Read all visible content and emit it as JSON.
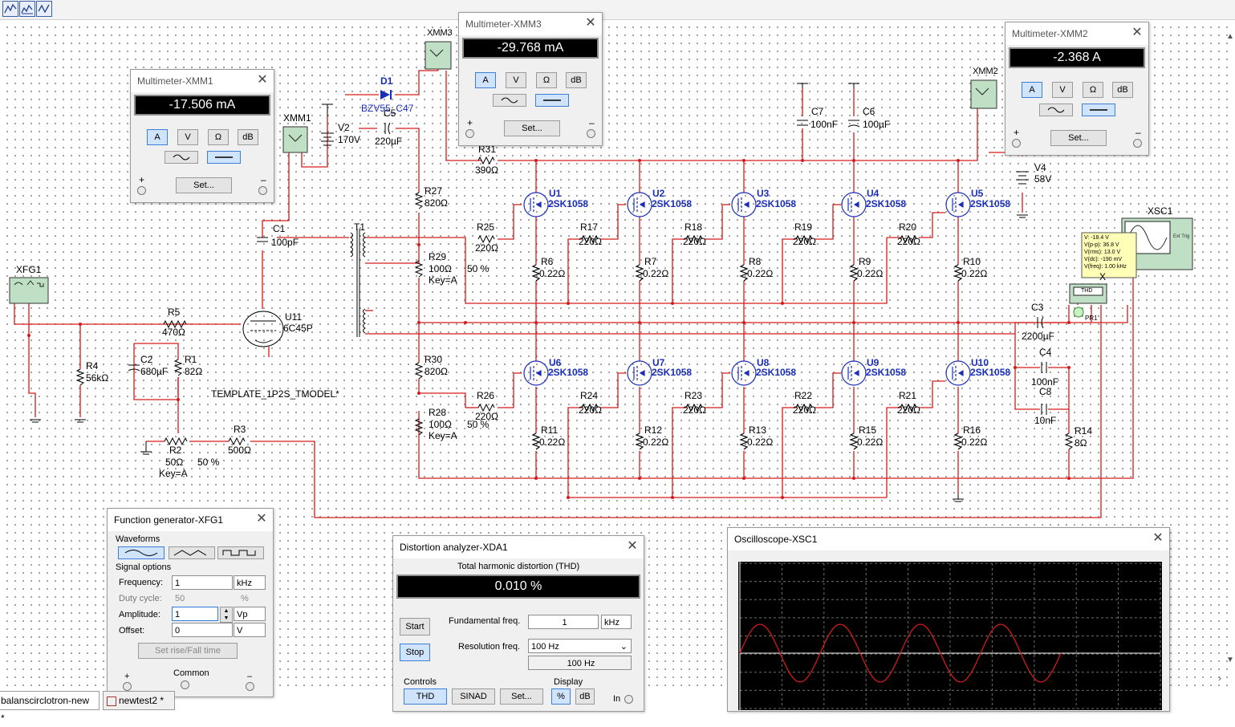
{
  "toolbar": {
    "icons": [
      "bode-plotter-icon",
      "spectrum-icon",
      "network-icon"
    ]
  },
  "schematic": {
    "labels": {
      "xfg1": "XFG1",
      "xmm1": "XMM1",
      "xmm2": "XMM2",
      "xmm3": "XMM3",
      "xsc1": "XSC1",
      "xda_partial": "X",
      "d1": "D1",
      "d1_part": "BZV55_C47",
      "c5": "C5",
      "c5_val": "220µF",
      "v2": "V2",
      "v2_val": "170V",
      "v4": "V4",
      "v4_val": "58V",
      "c1": "C1",
      "c1_val": "100pF",
      "t1": "T1",
      "r31": "R31",
      "r31_val": "390Ω",
      "r27": "R27",
      "r27_val": "820Ω",
      "r25": "R25",
      "r25_val": "220Ω",
      "r29": "R29",
      "r29_val": "100Ω",
      "r29_key": "Key=A",
      "r29_pct": "50 %",
      "c7": "C7",
      "c7_val": "100nF",
      "c6": "C6",
      "c6_val": "100µF",
      "r5": "R5",
      "r5_val": "470Ω",
      "u11": "U11",
      "u11_part": "6C45P",
      "r4": "R4",
      "r4_val": "56kΩ",
      "c2": "C2",
      "c2_val": "680µF",
      "r1": "R1",
      "r1_val": "82Ω",
      "template": "TEMPLATE_1P2S_TMODEL*",
      "r2": "R2",
      "r2_val": "50Ω",
      "r2_pct": "50 %",
      "r2_key": "Key=A",
      "r3": "R3",
      "r3_val": "500Ω",
      "r30": "R30",
      "r30_val": "820Ω",
      "r28": "R28",
      "r28_val": "100Ω",
      "r28_key": "Key=A",
      "r28_pct": "50 %",
      "r26": "R26",
      "r26_val": "220Ω",
      "c3": "C3",
      "c3_val": "2200µF",
      "c4": "C4",
      "c4_val": "100nF",
      "c8": "C8",
      "c8_val": "10nF",
      "r14": "R14",
      "r14_val": "8Ω",
      "pr1": "PR1",
      "thd": "THD"
    },
    "mosfets_top": [
      {
        "ref": "U1",
        "part": "2SK1058",
        "gate_r": "R25",
        "gate_val": "220Ω",
        "src_r": "R6",
        "src_val": "0.22Ω"
      },
      {
        "ref": "U2",
        "part": "2SK1058",
        "gate_r": "R17",
        "gate_val": "220Ω",
        "src_r": "R7",
        "src_val": "0.22Ω"
      },
      {
        "ref": "U3",
        "part": "2SK1058",
        "gate_r": "R18",
        "gate_val": "220Ω",
        "src_r": "R8",
        "src_val": "0.22Ω"
      },
      {
        "ref": "U4",
        "part": "2SK1058",
        "gate_r": "R19",
        "gate_val": "220Ω",
        "src_r": "R9",
        "src_val": "0.22Ω"
      },
      {
        "ref": "U5",
        "part": "2SK1058",
        "gate_r": "R20",
        "gate_val": "220Ω",
        "src_r": "R10",
        "src_val": "0.22Ω"
      }
    ],
    "mosfets_bottom": [
      {
        "ref": "U6",
        "part": "2SK1058",
        "gate_r": "R26",
        "gate_val": "220Ω",
        "src_r": "R11",
        "src_val": "0.22Ω"
      },
      {
        "ref": "U7",
        "part": "2SK1058",
        "gate_r": "R24",
        "gate_val": "220Ω",
        "src_r": "R12",
        "src_val": "0.22Ω"
      },
      {
        "ref": "U8",
        "part": "2SK1058",
        "gate_r": "R23",
        "gate_val": "220Ω",
        "src_r": "R13",
        "src_val": "0.22Ω"
      },
      {
        "ref": "U9",
        "part": "2SK1058",
        "gate_r": "R22",
        "gate_val": "220Ω",
        "src_r": "R15",
        "src_val": "0.22Ω"
      },
      {
        "ref": "U10",
        "part": "2SK1058",
        "gate_r": "R21",
        "gate_val": "220Ω",
        "src_r": "R16",
        "src_val": "0.22Ω"
      }
    ],
    "probe_tooltip": [
      "V: -18.4 V",
      "V(p-p): 36.8 V",
      "V(rms): 13.0 V",
      "V(dc): -190 mV",
      "V(freq): 1.00 kHz"
    ],
    "scope_icon_labels": {
      "ext_trig": "Ext Trig"
    }
  },
  "xmm1": {
    "title": "Multimeter-XMM1",
    "reading": "-17.506 mA"
  },
  "xmm2": {
    "title": "Multimeter-XMM2",
    "reading": "-2.368 A"
  },
  "xmm3": {
    "title": "Multimeter-XMM3",
    "reading": "-29.768 mA"
  },
  "meter_buttons": {
    "a": "A",
    "v": "V",
    "ohm": "Ω",
    "db": "dB",
    "set": "Set...",
    "plus": "+",
    "minus": "–"
  },
  "fgen": {
    "title": "Function generator-XFG1",
    "waveforms_label": "Waveforms",
    "signal_options": "Signal options",
    "frequency_label": "Frequency:",
    "frequency_value": "1",
    "frequency_unit": "kHz",
    "duty_label": "Duty cycle:",
    "duty_value": "50",
    "duty_unit": "%",
    "amplitude_label": "Amplitude:",
    "amplitude_value": "1",
    "amplitude_unit": "Vp",
    "offset_label": "Offset:",
    "offset_value": "0",
    "offset_unit": "V",
    "rise_fall_label": "Set rise/Fall time",
    "common_label": "Common",
    "plus": "+",
    "minus": "–"
  },
  "xda": {
    "title": "Distortion analyzer-XDA1",
    "thd_caption": "Total harmonic distortion (THD)",
    "thd_value": "0.010 %",
    "start": "Start",
    "stop": "Stop",
    "fund_label": "Fundamental freq.",
    "fund_value": "1",
    "fund_unit": "kHz",
    "res_label": "Resolution freq.",
    "res_value": "100 Hz",
    "res_readout": "100 Hz",
    "controls_label": "Controls",
    "display_label": "Display",
    "thd_btn": "THD",
    "sinad_btn": "SINAD",
    "set_btn": "Set...",
    "pct_btn": "%",
    "db_btn": "dB",
    "in_label": "In"
  },
  "scope": {
    "title": "Oscilloscope-XSC1",
    "trace_color": "#d11a1a",
    "cycles_visible": 4
  },
  "tabs": {
    "tab1": "balanscirclotron-new *",
    "tab2": "newtest2 *"
  },
  "colors": {
    "wire": "#d51a1a",
    "blue": "#1a2fb8",
    "grid": "#6e6e6e"
  }
}
